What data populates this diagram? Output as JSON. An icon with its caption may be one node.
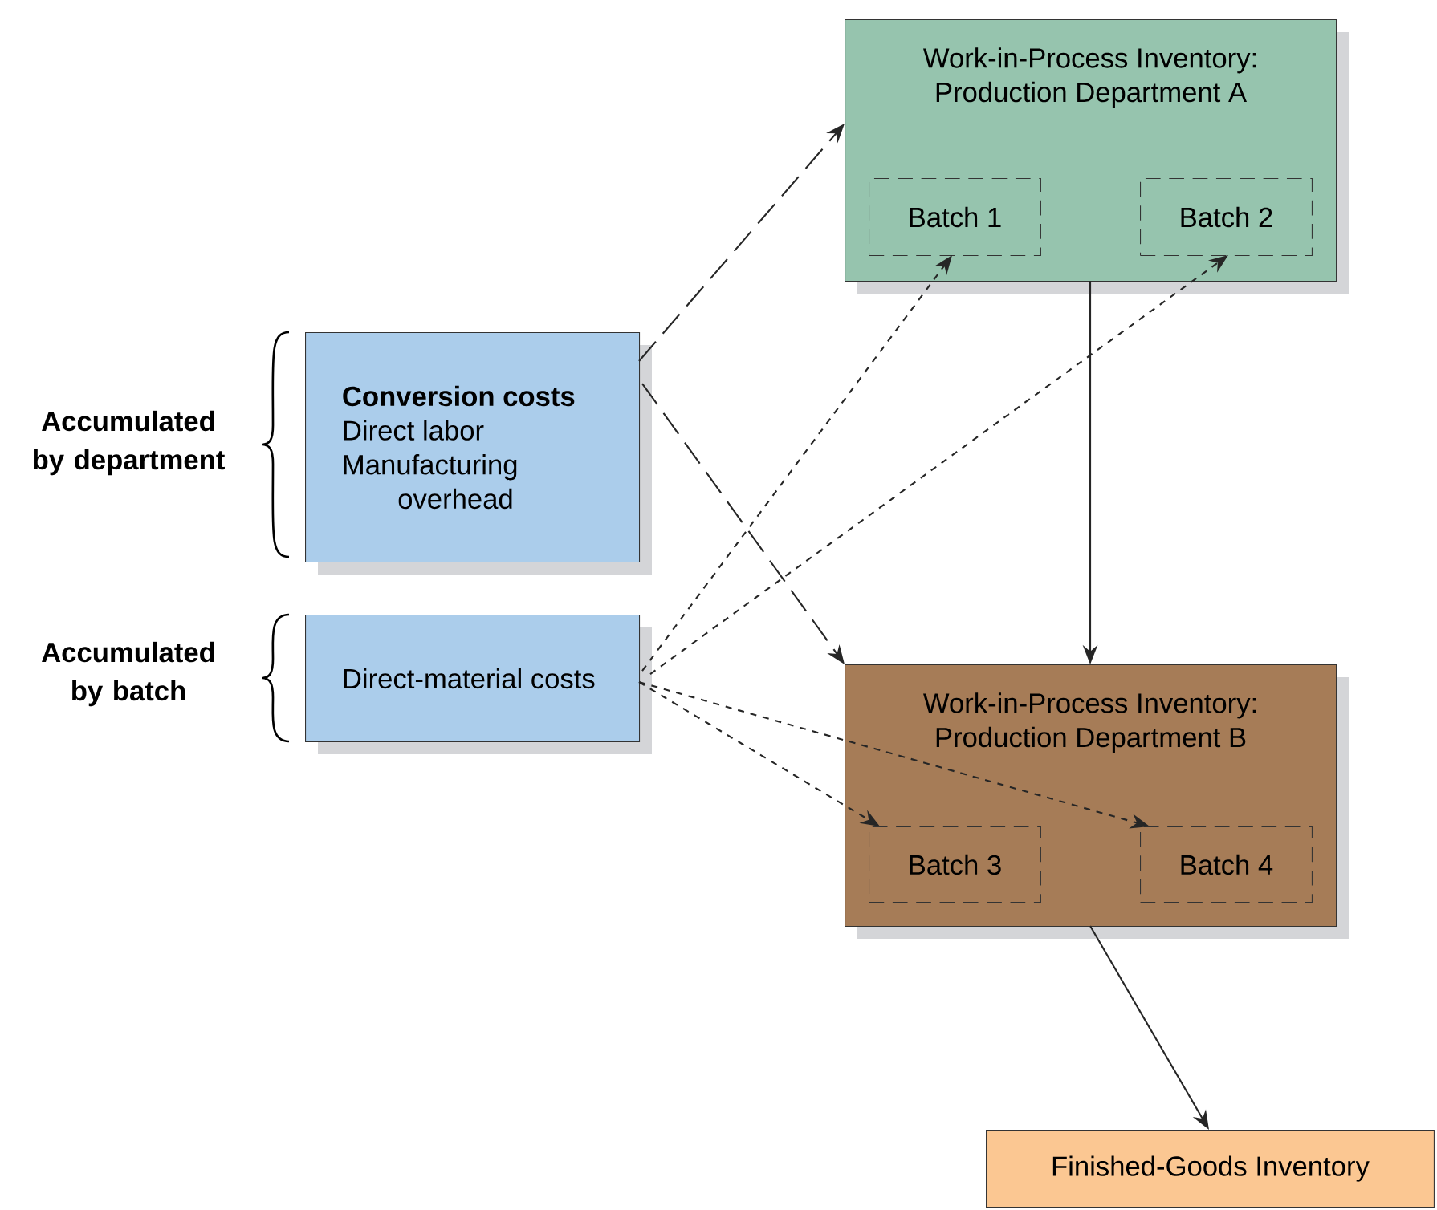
{
  "diagram": {
    "nodes": [
      {
        "text": [
          "**Conversion costs**",
          "Direct labor",
          "Manufacturing overhead"
        ]
      },
      {
        "text": [
          "Direct-material costs"
        ]
      },
      {
        "text": [
          "Work-in-Process Inventory: Production Department A"
        ]
      },
      {
        "text": [
          "Batch 1"
        ],
        "in": 2
      },
      {
        "text": [
          "Batch 2"
        ],
        "in": 2
      },
      {
        "text": [
          "Work-in-Process Inventory: Production Department B"
        ]
      },
      {
        "text": [
          "Batch 3"
        ],
        "in": 5
      },
      {
        "text": [
          "Batch 4"
        ],
        "in": 5
      },
      {
        "text": [
          "Finished-Goods Inventory"
        ]
      }
    ],
    "edges": [
      {
        "from": 0,
        "to": 2,
        "arrow": "to",
        "style": "dashed"
      },
      {
        "from": 0,
        "to": 5,
        "arrow": "to",
        "style": "dashed"
      },
      {
        "from": 1,
        "to": 3,
        "arrow": "to",
        "style": "dashed"
      },
      {
        "from": 1,
        "to": 4,
        "arrow": "to",
        "style": "dashed"
      },
      {
        "from": 1,
        "to": 6,
        "arrow": "to",
        "style": "dashed"
      },
      {
        "from": 1,
        "to": 7,
        "arrow": "to",
        "style": "dashed"
      },
      {
        "from": 2,
        "to": 5,
        "arrow": "to"
      },
      {
        "from": 5,
        "to": 8,
        "arrow": "to"
      }
    ],
    "labels": [
      "Accumulated by department",
      "Accumulated by batch"
    ]
  }
}
